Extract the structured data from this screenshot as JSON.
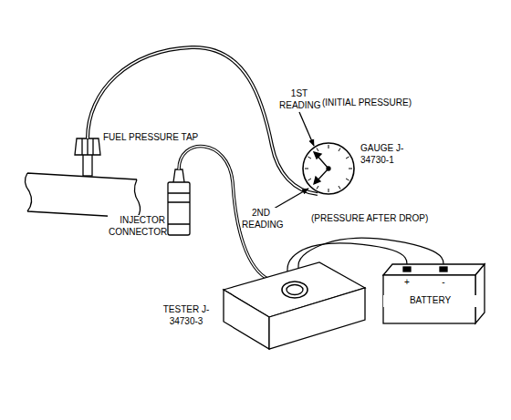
{
  "diagram": {
    "nodes": [
      {
        "text": [
          "GAUGE J-34730-1"
        ]
      },
      {
        "text": [
          "TESTER J-34730-3"
        ]
      },
      {
        "text": [
          "BATTERY",
          "+",
          "-"
        ]
      }
    ],
    "edges": [
      {
        "from": 1,
        "to": 2,
        "arrow": "none"
      },
      {
        "from": 1,
        "to": 2,
        "arrow": "none"
      }
    ],
    "labels": [
      "FUEL PRESSURE TAP",
      "1ST READING",
      "(INITIAL PRESSURE)",
      "INJECTOR CONNECTOR",
      "2ND READING",
      "(PRESSURE AFTER DROP)"
    ]
  }
}
